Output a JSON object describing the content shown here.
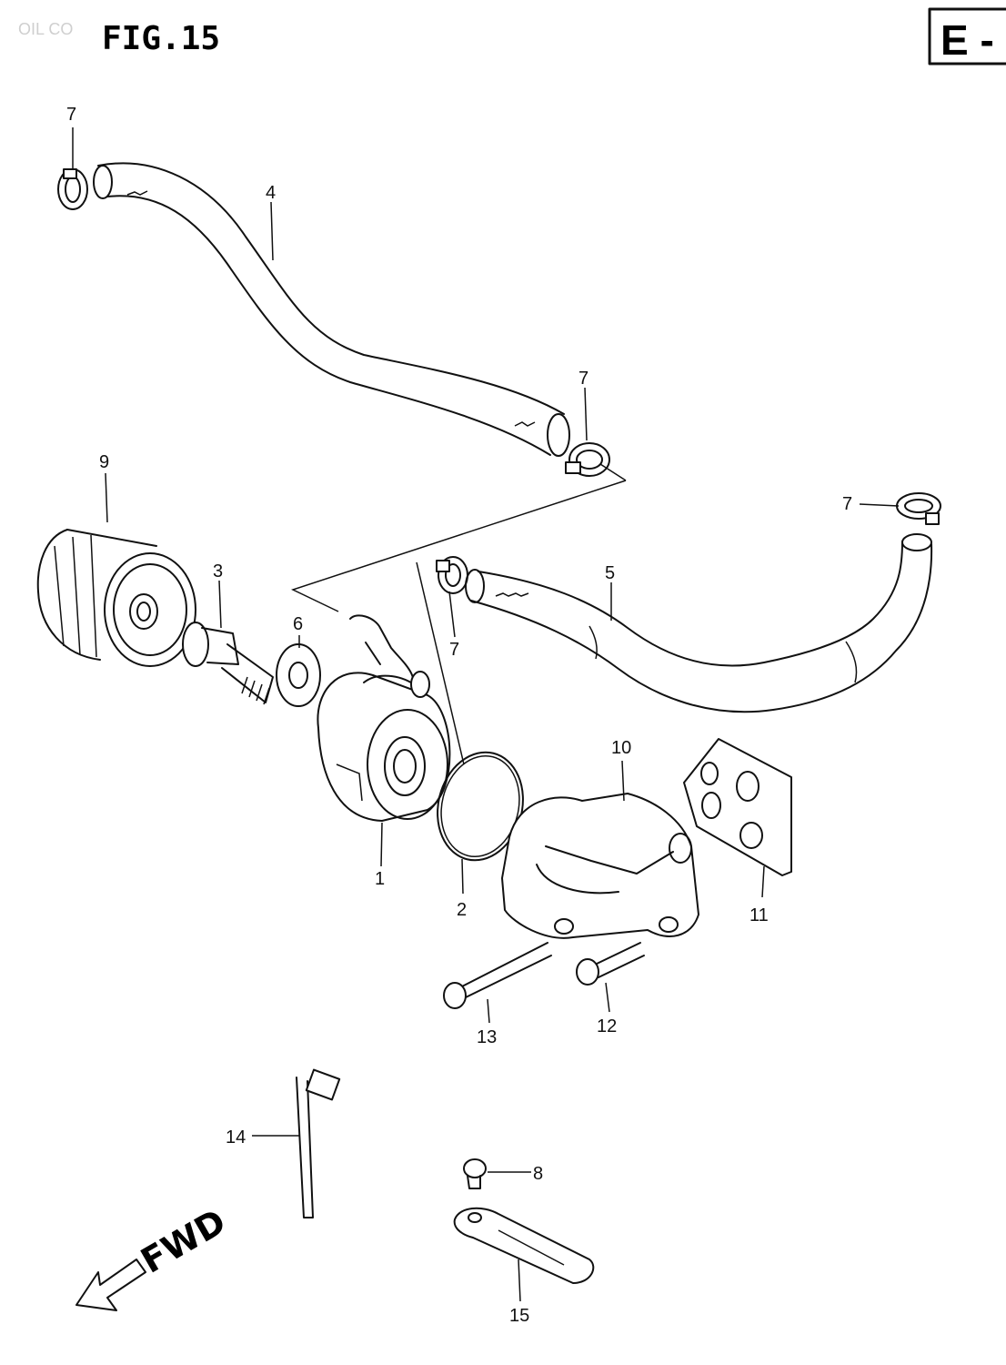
{
  "header": {
    "faint_text": "OIL CO",
    "figure_title": "FIG.15",
    "section_box_label": "E -"
  },
  "callouts": {
    "part_1": "1",
    "part_2": "2",
    "part_3": "3",
    "part_4": "4",
    "part_5": "5",
    "part_6": "6",
    "part_7a": "7",
    "part_7b": "7",
    "part_7c": "7",
    "part_7d": "7",
    "part_8": "8",
    "part_9": "9",
    "part_10": "10",
    "part_11": "11",
    "part_12": "12",
    "part_13": "13",
    "part_14": "14",
    "part_15": "15"
  },
  "direction_indicator": {
    "label": "FWD"
  }
}
